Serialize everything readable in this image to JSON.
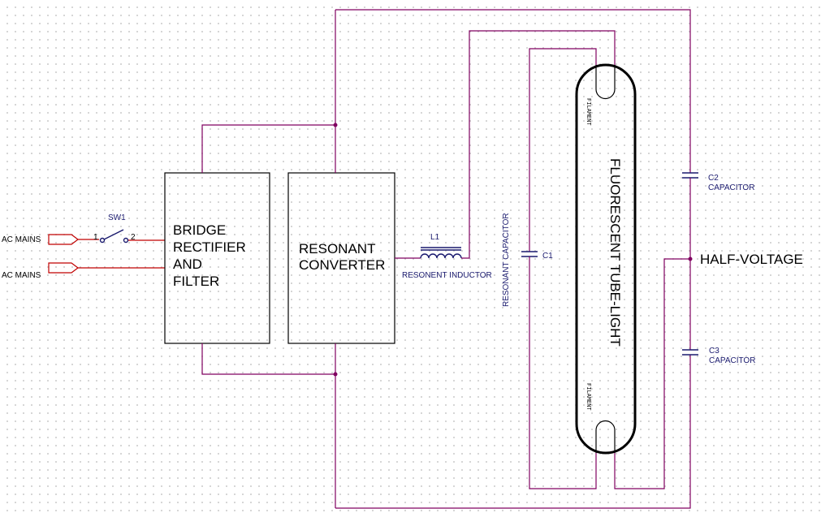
{
  "labels": {
    "ac_mains_1": "AC MAINS",
    "ac_mains_2": "AC MAINS",
    "switch_ref": "SW1",
    "switch_pin1": "1",
    "switch_pin2": "2",
    "rectifier_line1": "BRIDGE",
    "rectifier_line2": "RECTIFIER",
    "rectifier_line3": "AND",
    "rectifier_line4": "FILTER",
    "converter_line1": "RESONANT",
    "converter_line2": "CONVERTER",
    "inductor_ref": "L1",
    "inductor_name": "RESONENT INDUCTOR",
    "res_cap_name": "RESONANT CAPACITOR",
    "c1_ref": "C1",
    "tube_name": "FLUORESCENT TUBE-LIGHT",
    "filament_top": "FILAMENT",
    "filament_bottom": "FILAMENT",
    "c2_ref": "C2",
    "c2_name": "CAPACITOR",
    "c3_ref": "C3",
    "c3_name": "CAPACITOR",
    "half_voltage": "HALF-VOLTAGE"
  },
  "colors": {
    "wire": "#800060",
    "component": "#1a1a6e",
    "input": "#c00000",
    "outline": "#000000"
  }
}
